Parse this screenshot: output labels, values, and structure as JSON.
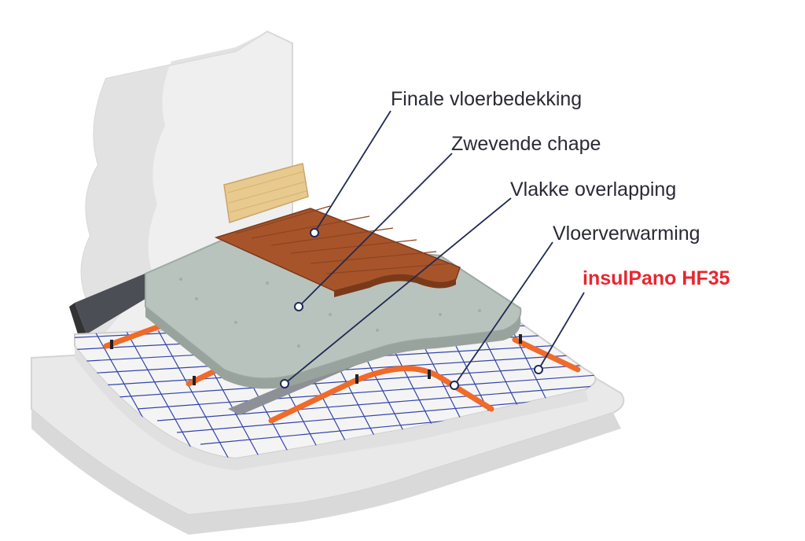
{
  "labels": {
    "finale_vloerbedekking": "Finale vloerbedekking",
    "zwevende_chape": "Zwevende chape",
    "vlakke_overlapping": "Vlakke overlapping",
    "vloerverwarming": "Vloerverwarming",
    "product": "insulPano HF35"
  },
  "colors": {
    "label_text": "#2a2a36",
    "leader_line": "#1f2a55",
    "brand_red": "#e8262f",
    "wood": "#a8542a",
    "screed": "#b9c3bd",
    "heating_pipe": "#f06a2a",
    "grid_line": "#3344aa",
    "insulation": "#f4f4f4",
    "wall": "#ececec"
  }
}
